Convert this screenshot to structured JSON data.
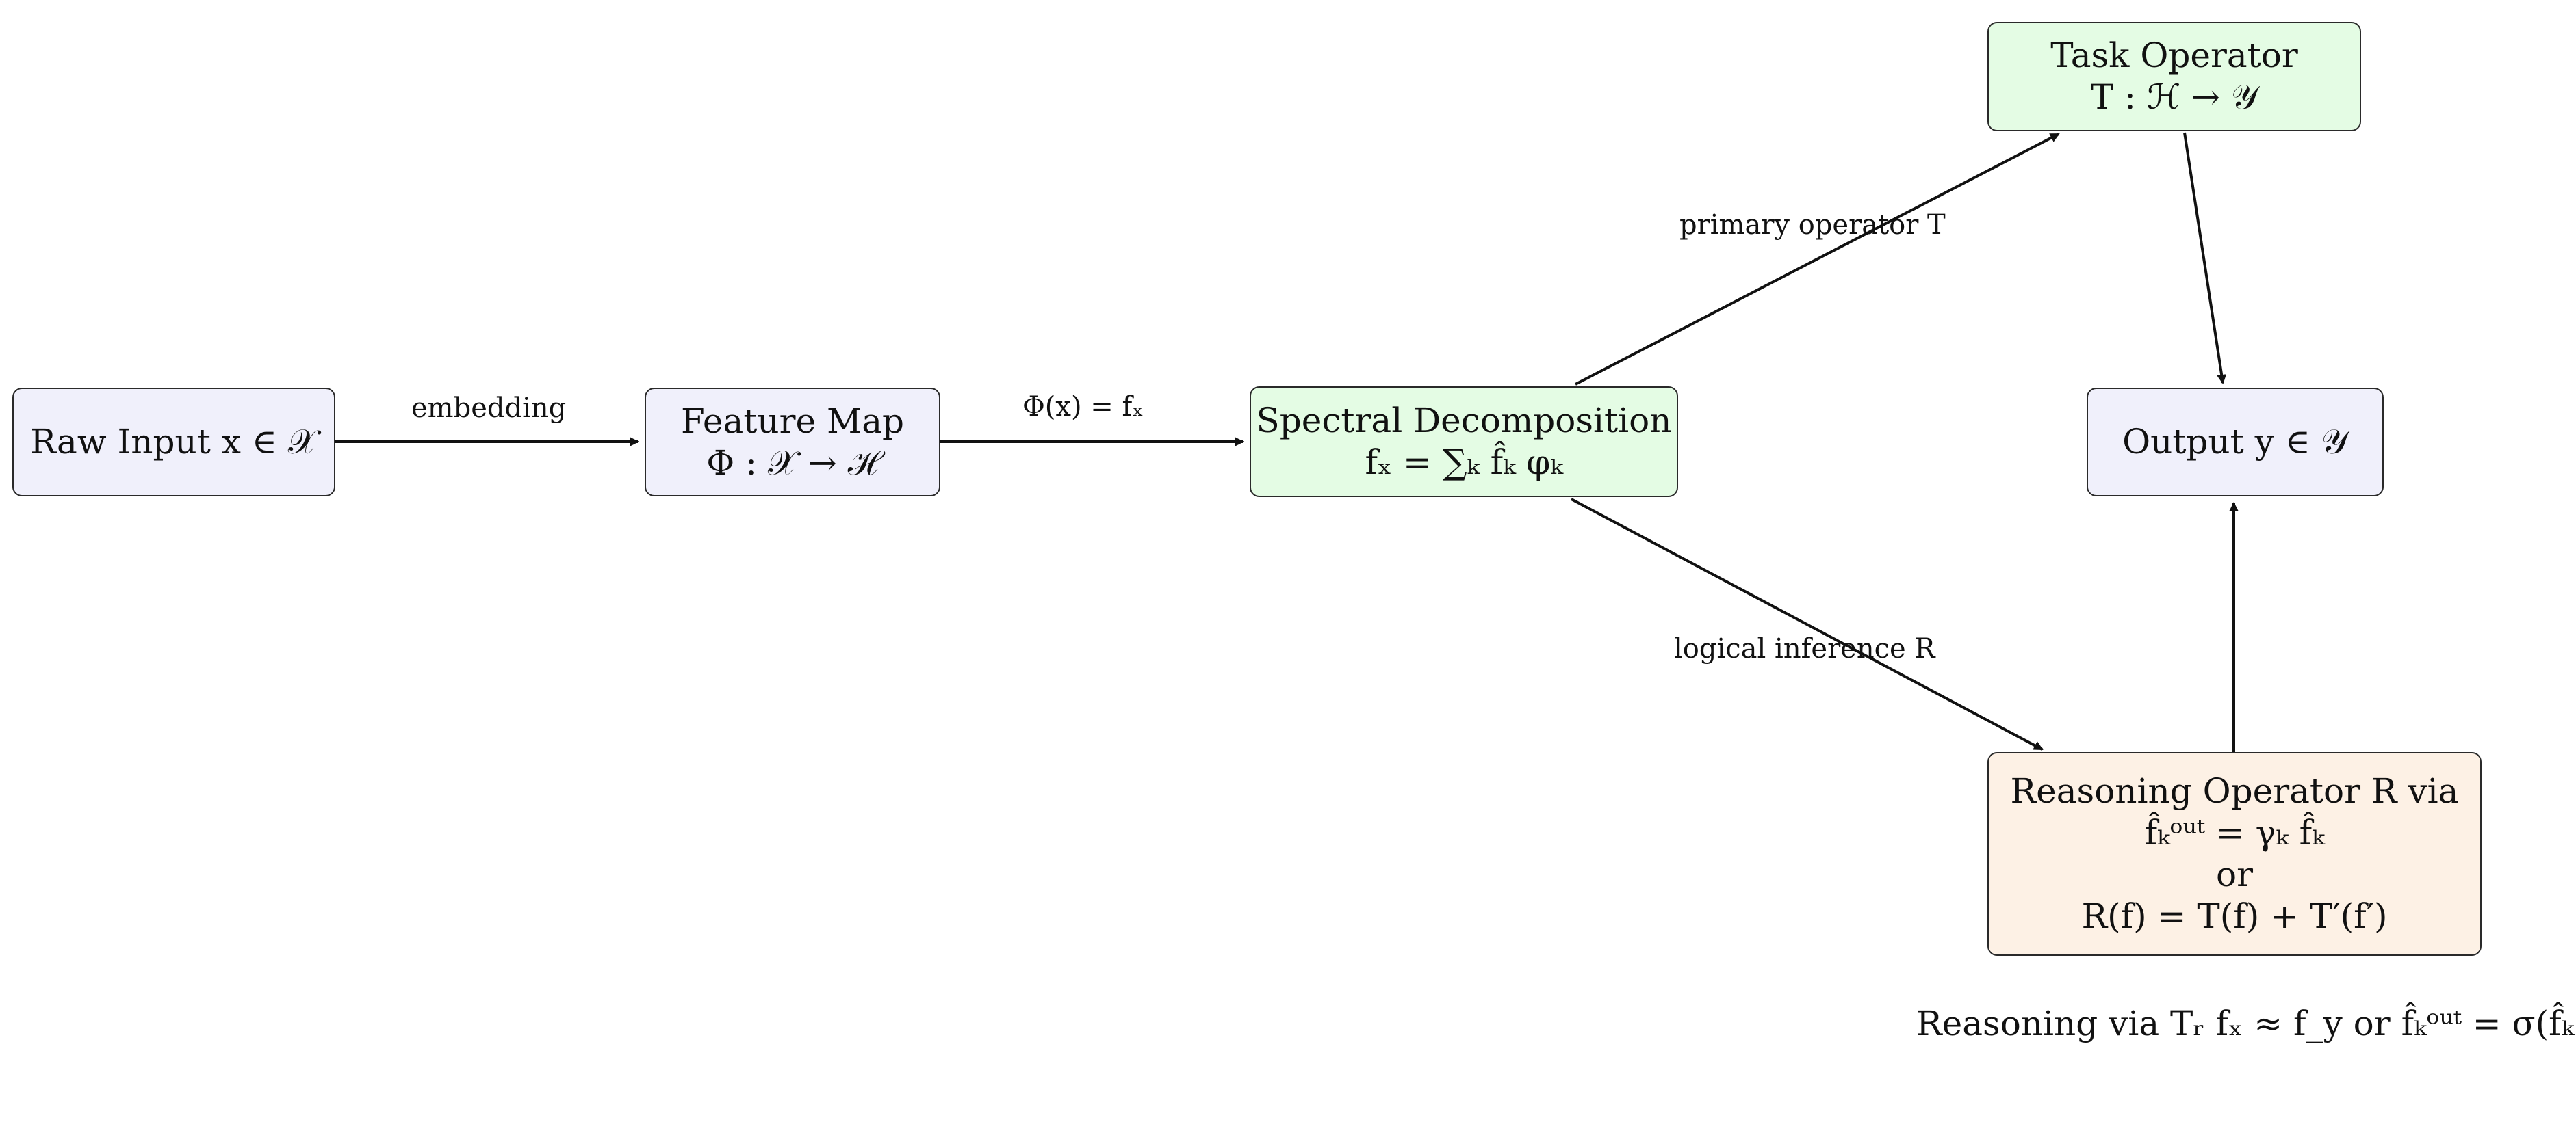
{
  "colors": {
    "input_node": "#f0f0fb",
    "spectral_node": "#e4fce4",
    "reasoning_node": "#fdf1e5",
    "stroke": "#2a2a2a"
  },
  "nodes": {
    "raw_input": {
      "line1": "Raw Input x ∈ 𝒳"
    },
    "feature_map": {
      "line1": "Feature Map",
      "line2": "Φ : 𝒳 → ℋ"
    },
    "spectral": {
      "line1": "Spectral Decomposition",
      "line2": "fₓ = ∑ₖ f̂ₖ φₖ"
    },
    "task_operator": {
      "line1": "Task Operator",
      "line2": "T : ℋ → 𝒴"
    },
    "output": {
      "line1": "Output y ∈ 𝒴"
    },
    "reasoning": {
      "line1": "Reasoning Operator R via",
      "line2": "f̂ₖᵒᵘᵗ = γₖ f̂ₖ",
      "line3": "or",
      "line4": "R(f) = T(f) + T′(f′)"
    }
  },
  "edges": {
    "embedding": "embedding",
    "phi": "Φ(x) = fₓ",
    "primary": "primary operator T",
    "logical": "logical inference R"
  },
  "caption": "Reasoning via Tᵣ fₓ ≈ f_y or f̂ₖᵒᵘᵗ = σ(f̂ₖ)"
}
